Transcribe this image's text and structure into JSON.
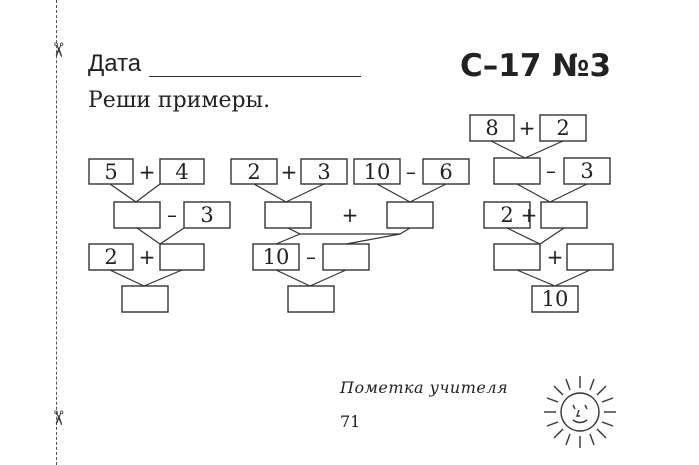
{
  "header": {
    "date_label": "Дата",
    "card_title": "С–17  №3",
    "instruction": "Реши примеры."
  },
  "exercises": {
    "tree1": {
      "row1": {
        "a": "5",
        "op": "+",
        "b": "4"
      },
      "row2": {
        "a": "",
        "op": "–",
        "b": "3"
      },
      "row3": {
        "a": "2",
        "op": "+",
        "b": ""
      },
      "result": ""
    },
    "tree2": {
      "row1_left": {
        "a": "2",
        "op": "+",
        "b": "3"
      },
      "row1_right": {
        "a": "10",
        "op": "–",
        "b": "6"
      },
      "row2": {
        "a": "",
        "op": "+",
        "b": ""
      },
      "row3": {
        "a": "10",
        "op": "–",
        "b": ""
      },
      "result": ""
    },
    "tree3": {
      "row0": {
        "a": "8",
        "op": "+",
        "b": "2"
      },
      "row1": {
        "a": "",
        "op": "–",
        "b": "3"
      },
      "row2": {
        "a": "2",
        "op": "+",
        "b": ""
      },
      "row3": {
        "a": "",
        "op": "+",
        "b": ""
      },
      "result": "10"
    }
  },
  "footer": {
    "teacher_note": "Пометка учителя",
    "page_number": "71"
  },
  "icons": [
    "scissors-icon",
    "sun-smiley-icon"
  ]
}
